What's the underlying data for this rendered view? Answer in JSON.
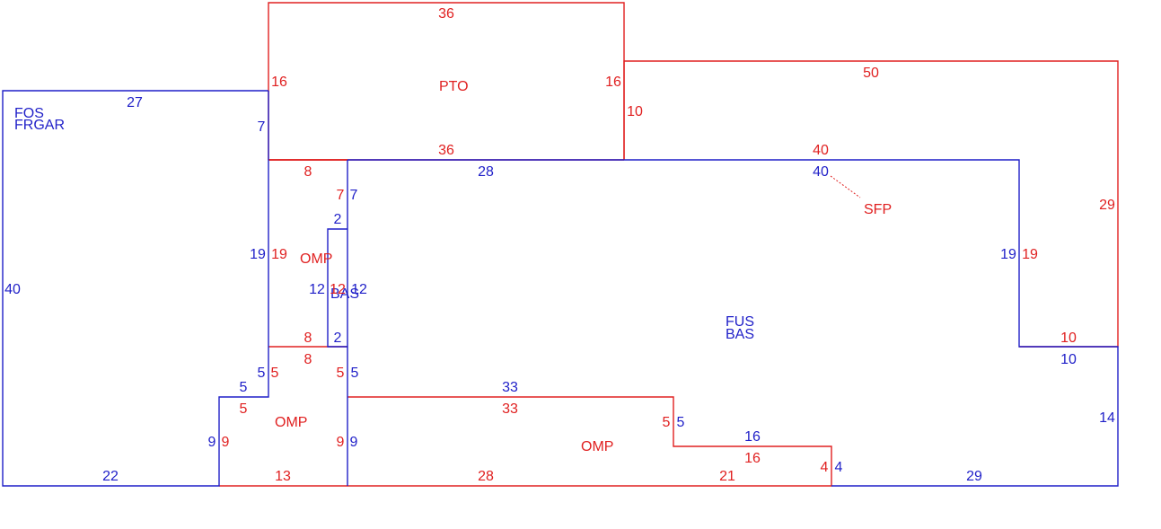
{
  "colors": {
    "blue": "#1f1fc8",
    "red": "#e02020"
  },
  "areas": {
    "frgar": {
      "line1": "FOS",
      "line2": "FRGAR"
    },
    "pto": "PTO",
    "sfp": "SFP",
    "main": {
      "line1": "FUS",
      "line2": "BAS"
    },
    "omp_upper": "OMP",
    "bas_small": "BAS",
    "omp_left": "OMP",
    "omp_bottom": "OMP"
  },
  "dimensions": {
    "garage_top": "27",
    "garage_left": "40",
    "garage_right_upper": "7",
    "garage_right_mid": "19",
    "garage_step_right": "5",
    "garage_step_top": "5",
    "garage_step_left": "9",
    "garage_bottom": "22",
    "pto_top": "36",
    "pto_left": "16",
    "pto_right": "16",
    "pto_bottom": "36",
    "sfp_top": "50",
    "sfp_left": "10",
    "sfp_right": "29",
    "sfp_bottom": "40",
    "sfp_step": "10",
    "main_top": "28",
    "main_top_right": "40",
    "main_left_upper": "7",
    "main_right": "19",
    "main_right_step": "10",
    "main_right_lower": "14",
    "main_bottom_right": "29",
    "main_left_lower": "5",
    "main_notch_right": "12",
    "main_notch_outer": "12",
    "bas_top": "2",
    "bas_bottom": "2",
    "omp_upper_top": "8",
    "omp_upper_right": "7",
    "omp_upper_left": "19",
    "omp_upper_bottom": "8",
    "omp_left_top": "8",
    "omp_left_right": "5",
    "omp_left_left_upper": "5",
    "omp_left_step": "5",
    "omp_left_left": "9",
    "omp_left_right_lower": "9",
    "omp_left_bottom": "13",
    "omp_bottom_top": "33",
    "omp_bottom_top_red": "33",
    "omp_bottom_left": "9",
    "omp_bottom_step_right": "5",
    "omp_bottom_step_right_blue": "5",
    "omp_bottom_step_top": "16",
    "omp_bottom_step_top_red": "16",
    "omp_bottom_right": "4",
    "omp_bottom_right_blue": "4",
    "omp_bottom_bottom_left": "28",
    "omp_bottom_bottom_right": "21"
  }
}
